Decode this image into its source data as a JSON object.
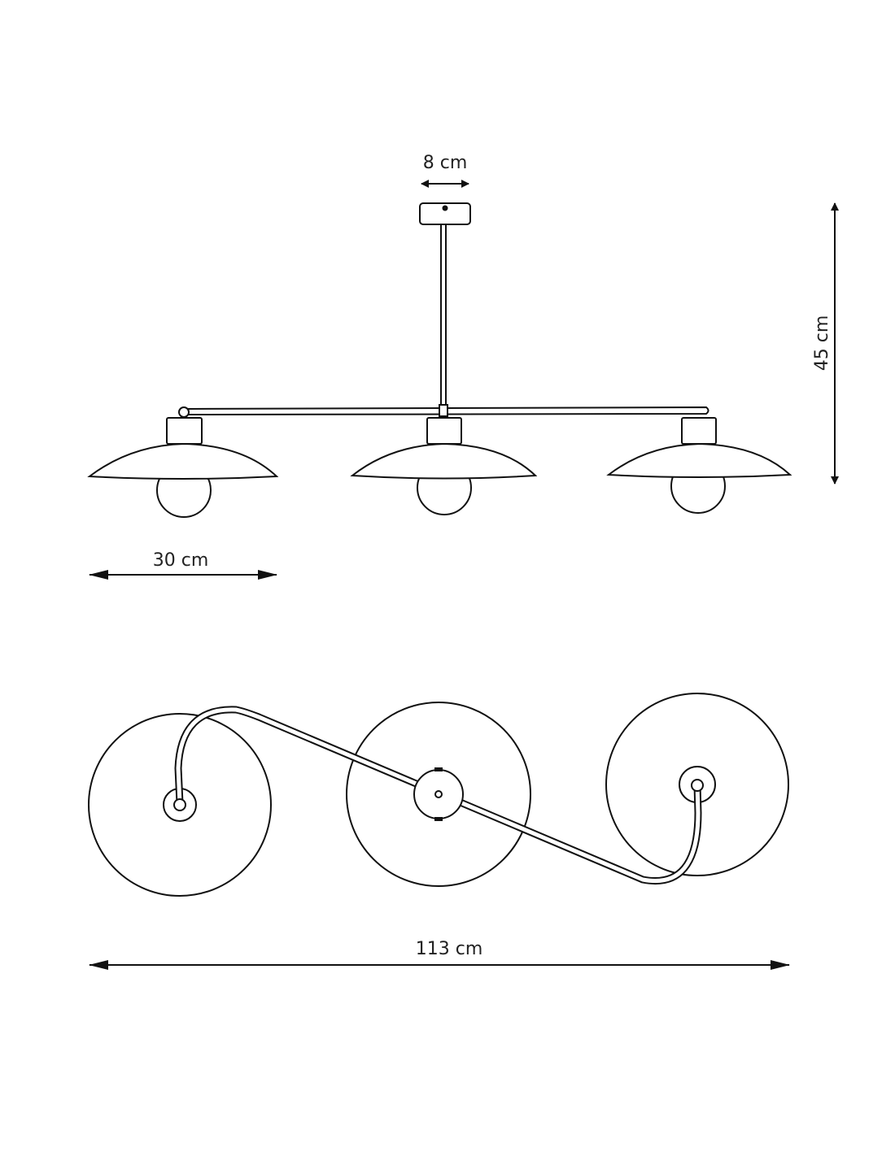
{
  "dimensions": {
    "canopy_width": "8 cm",
    "height": "45 cm",
    "shade_diameter": "30 cm",
    "total_length": "113 cm"
  },
  "colors": {
    "line": "#111111",
    "background": "#ffffff"
  }
}
